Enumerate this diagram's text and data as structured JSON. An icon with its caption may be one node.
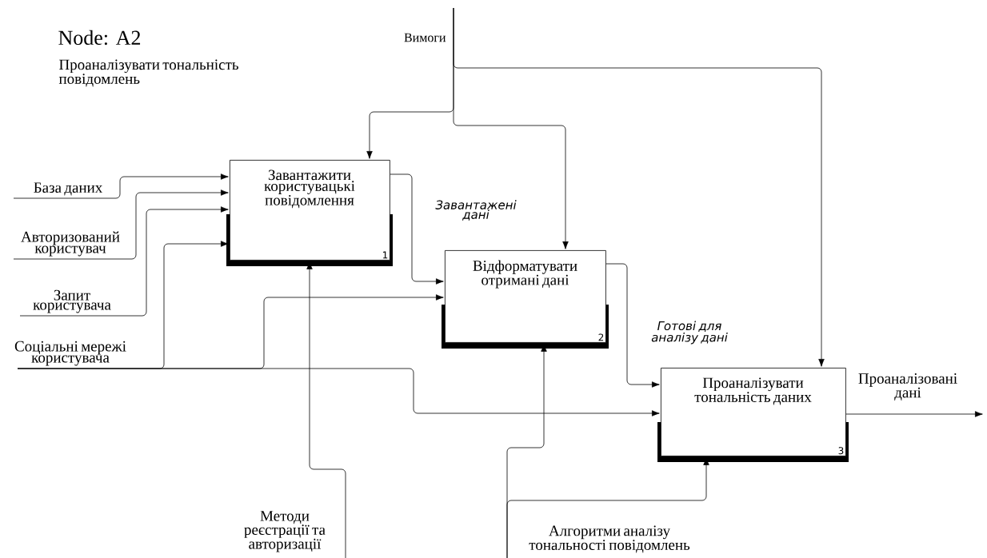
{
  "diagram": {
    "title": "Node: A2",
    "nodes": [
      {
        "text": [
          "Завантажити користувацькі повідомлення",
          "1"
        ]
      },
      {
        "text": [
          "Відформатувати отримані дані",
          "2"
        ]
      },
      {
        "text": [
          "Проаналізувати тональність даних",
          "3"
        ]
      },
      {
        "text": [
          "База даних"
        ]
      },
      {
        "text": [
          "Авторизований користувач"
        ]
      },
      {
        "text": [
          "Запит користувача"
        ]
      },
      {
        "text": [
          "Соціальні мережі користувача"
        ]
      },
      {
        "text": [
          "Вимоги"
        ]
      },
      {
        "text": [
          "Методи реєстрації та авторизації"
        ]
      },
      {
        "text": [
          "Алгоритми аналізу тональності повідомлень"
        ]
      }
    ],
    "edges": [
      {
        "from": 3,
        "to": 0,
        "arrow": "to"
      },
      {
        "from": 4,
        "to": 0,
        "arrow": "to"
      },
      {
        "from": 5,
        "to": 0,
        "arrow": "to"
      },
      {
        "from": 6,
        "to": 0,
        "arrow": "to"
      },
      {
        "from": 6,
        "to": 1,
        "arrow": "to"
      },
      {
        "from": 6,
        "to": 2,
        "arrow": "to"
      },
      {
        "from": 7,
        "to": 0,
        "arrow": "to"
      },
      {
        "from": 7,
        "to": 1,
        "arrow": "to"
      },
      {
        "from": 7,
        "to": 2,
        "arrow": "to"
      },
      {
        "from": 0,
        "to": 1,
        "arrow": "to",
        "label": "Завантажені дані"
      },
      {
        "from": 1,
        "to": 2,
        "arrow": "to",
        "label": "Готові для аналізу дані"
      },
      {
        "from": 8,
        "to": 0,
        "arrow": "to"
      },
      {
        "from": 9,
        "to": 1,
        "arrow": "to"
      },
      {
        "from": 9,
        "to": 2,
        "arrow": "to"
      },
      {
        "from": 2,
        "to": null,
        "arrow": "to",
        "label": "Проаналізовані дані"
      }
    ],
    "labels": [
      "Проаналізувати тональність повідомлень"
    ]
  }
}
